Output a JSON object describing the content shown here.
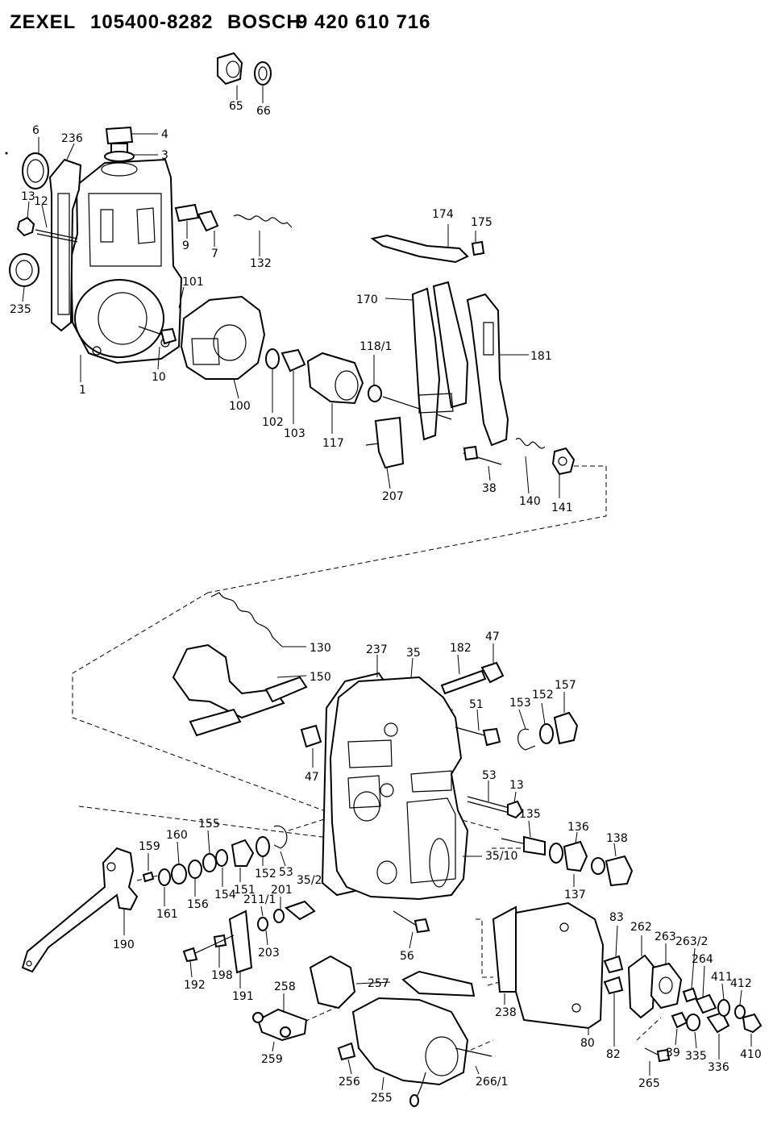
{
  "header": {
    "maker": "ZEXEL",
    "zexel_number": "105400-8282",
    "brand": "BOSCH",
    "bosch_number": "9 420 610 716"
  },
  "labels": {
    "p65": "65",
    "p66": "66",
    "p4": "4",
    "p3": "3",
    "p6": "6",
    "p236": "236",
    "p13a": "13",
    "p12": "12",
    "p9": "9",
    "p7": "7",
    "p132": "132",
    "p235": "235",
    "p101": "101",
    "p1": "1",
    "p10": "10",
    "p100": "100",
    "p102": "102",
    "p103": "103",
    "p117": "117",
    "p118_1": "118/1",
    "p174": "174",
    "p175": "175",
    "p170": "170",
    "p181": "181",
    "p207": "207",
    "p38": "38",
    "p140": "140",
    "p141": "141",
    "p130": "130",
    "p150": "150",
    "p237": "237",
    "p35": "35",
    "p182": "182",
    "p47a": "47",
    "p157": "157",
    "p152a": "152",
    "p153a": "153",
    "p51": "51",
    "p47b": "47",
    "p53a": "53",
    "p13b": "13",
    "p135": "135",
    "p136": "136",
    "p138": "138",
    "p35_10": "35/10",
    "p137": "137",
    "p159": "159",
    "p160": "160",
    "p155": "155",
    "p161": "161",
    "p156": "156",
    "p154": "154",
    "p151": "151",
    "p152b": "152",
    "p53b": "53",
    "p35_2": "35/2",
    "p211_1": "211/1",
    "p201": "201",
    "p203": "203",
    "p190": "190",
    "p192": "192",
    "p198": "198",
    "p191": "191",
    "p56": "56",
    "p83": "83",
    "p262": "262",
    "p263": "263",
    "p263_2": "263/2",
    "p264": "264",
    "p411": "411",
    "p412": "412",
    "p410": "410",
    "p336": "336",
    "p335": "335",
    "p39": "39",
    "p265": "265",
    "p82": "82",
    "p80": "80",
    "p238": "238",
    "p257": "257",
    "p258": "258",
    "p259": "259",
    "p256": "256",
    "p255": "255",
    "p266_1": "266/1"
  }
}
